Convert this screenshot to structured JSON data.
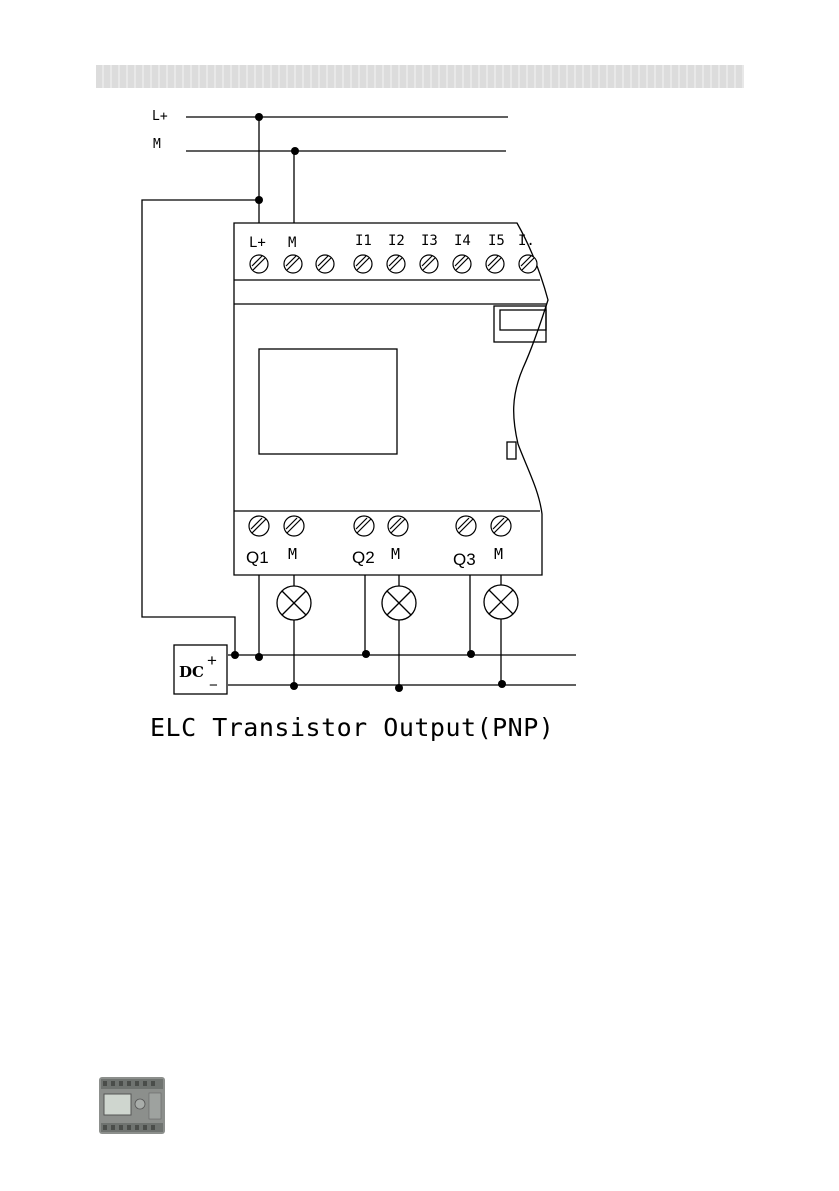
{
  "rail_labels": {
    "positive": "L+",
    "negative": "M"
  },
  "top_terminals": [
    "L+",
    "M",
    "I1",
    "I2",
    "I3",
    "I4",
    "I5",
    "I."
  ],
  "bottom_terminals": [
    {
      "label": "Q1"
    },
    {
      "label": "M"
    },
    {
      "label": "Q2"
    },
    {
      "label": "M"
    },
    {
      "label": "Q3"
    },
    {
      "label": "M"
    }
  ],
  "power_supply": {
    "label": "DC",
    "plus": "+",
    "minus": "−"
  },
  "caption": "ELC Transistor Output(PNP)"
}
